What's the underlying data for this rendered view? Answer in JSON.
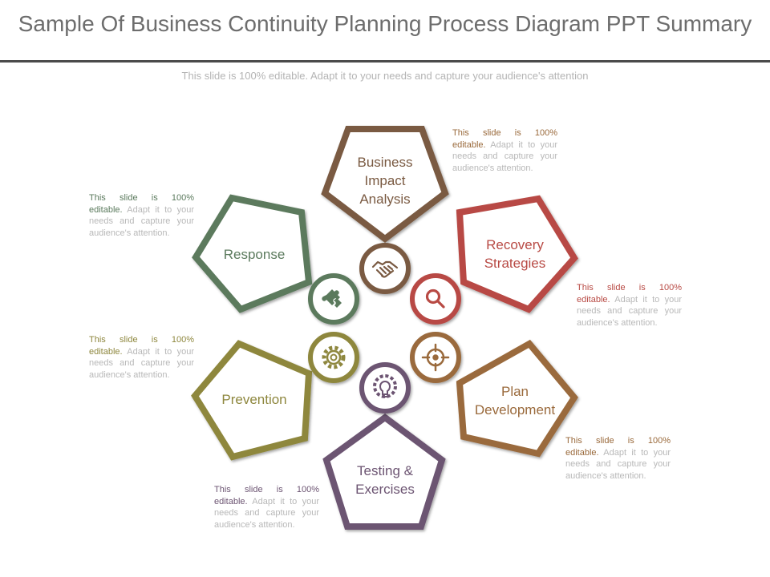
{
  "title": "Sample Of Business Continuity Planning Process Diagram PPT Summary",
  "subtitle": "This slide is 100% editable. Adapt it to your needs and capture your audience's attention",
  "steps": [
    {
      "name": "business-impact-analysis",
      "line1": "Business",
      "line2": "Impact",
      "line3": "Analysis",
      "color": "#7a5a42",
      "icon": "handshake-icon"
    },
    {
      "name": "recovery-strategies",
      "line1": "Recovery",
      "line2": "Strategies",
      "color": "#b84a44",
      "icon": "search-icon"
    },
    {
      "name": "plan-development",
      "line1": "Plan",
      "line2": "Development",
      "color": "#9a6a3c",
      "icon": "crosshair-icon"
    },
    {
      "name": "testing-exercises",
      "line1": "Testing &",
      "line2": "Exercises",
      "color": "#6c5472",
      "icon": "lightbulb-gear-icon"
    },
    {
      "name": "prevention",
      "line1": "Prevention",
      "color": "#8e873e",
      "icon": "gear-icon"
    },
    {
      "name": "response",
      "line1": "Response",
      "color": "#5b7a5d",
      "icon": "puzzle-icon"
    }
  ],
  "notes": {
    "lead": "This slide is 100% editable.",
    "rest": "Adapt it to your needs and capture your audience's attention."
  }
}
